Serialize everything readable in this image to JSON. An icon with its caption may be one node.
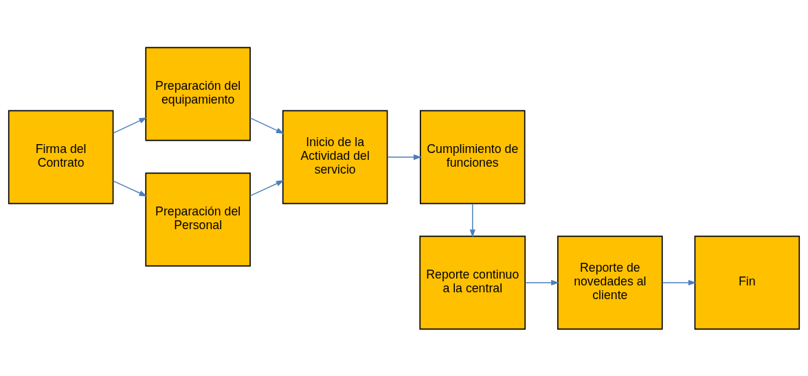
{
  "diagram": {
    "nodes": [
      {
        "text": [
          "Firma del Contrato"
        ]
      },
      {
        "text": [
          "Preparación del equipamiento"
        ]
      },
      {
        "text": [
          "Preparación del Personal"
        ]
      },
      {
        "text": [
          "Inicio de la Actividad del servicio"
        ]
      },
      {
        "text": [
          "Cumplimiento de funciones"
        ]
      },
      {
        "text": [
          "Reporte continuo a la central"
        ]
      },
      {
        "text": [
          "Reporte de novedades al cliente"
        ]
      },
      {
        "text": [
          "Fin"
        ]
      }
    ],
    "edges": [
      {
        "from": 0,
        "to": 1,
        "arrow": "to"
      },
      {
        "from": 0,
        "to": 2,
        "arrow": "to"
      },
      {
        "from": 1,
        "to": 3,
        "arrow": "to"
      },
      {
        "from": 2,
        "to": 3,
        "arrow": "to"
      },
      {
        "from": 3,
        "to": 4,
        "arrow": "to"
      },
      {
        "from": 4,
        "to": 5,
        "arrow": "to"
      },
      {
        "from": 5,
        "to": 6,
        "arrow": "to"
      },
      {
        "from": 6,
        "to": 7,
        "arrow": "to"
      }
    ]
  }
}
